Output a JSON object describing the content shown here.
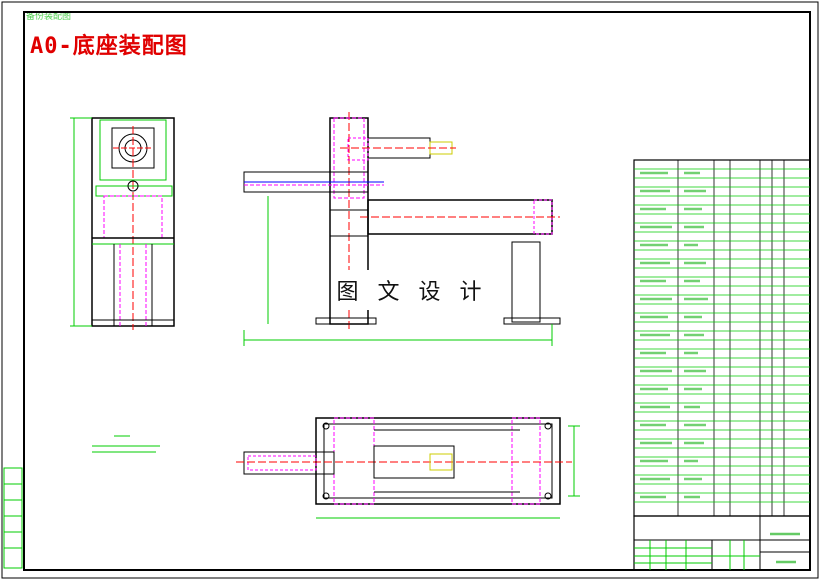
{
  "drawing": {
    "title": "A0-底座装配图",
    "watermark": "图 文 设 计",
    "corner_label": "备份装配图",
    "colors": {
      "outline": "#000000",
      "green_line": "#00cc00",
      "magenta_line": "#ff00ff",
      "red_center": "#ff0000",
      "blue_line": "#0000ff",
      "yellow_line": "#cccc00"
    }
  }
}
